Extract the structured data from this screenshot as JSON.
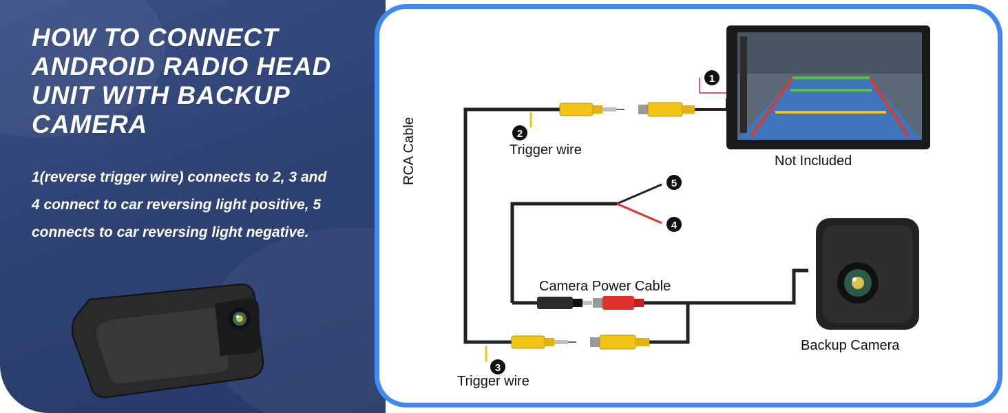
{
  "title": "HOW TO CONNECT ANDROID RADIO HEAD UNIT WITH BACKUP CAMERA",
  "description": "1(reverse trigger wire) connects to 2, 3 and 4 connect to car reversing light positive, 5 connects to car reversing light negative.",
  "diagram": {
    "rca_cable_label": "RCA Cable",
    "trigger_wire_top_label": "Trigger wire",
    "trigger_wire_bottom_label": "Trigger wire",
    "camera_power_cable_label": "Camera Power Cable",
    "not_included_label": "Not Included",
    "backup_camera_label": "Backup Camera",
    "markers": [
      "1",
      "2",
      "3",
      "4",
      "5"
    ]
  },
  "colors": {
    "panel_blue": "#2e4274",
    "card_border": "#3d8bf2",
    "rca_yellow": "#f2c416",
    "power_red": "#e0302a",
    "wire_black": "#222222",
    "trigger_pink": "#d9558f"
  },
  "icons": [
    "head-unit-screen-icon",
    "backup-camera-icon",
    "license-plate-camera-icon"
  ]
}
